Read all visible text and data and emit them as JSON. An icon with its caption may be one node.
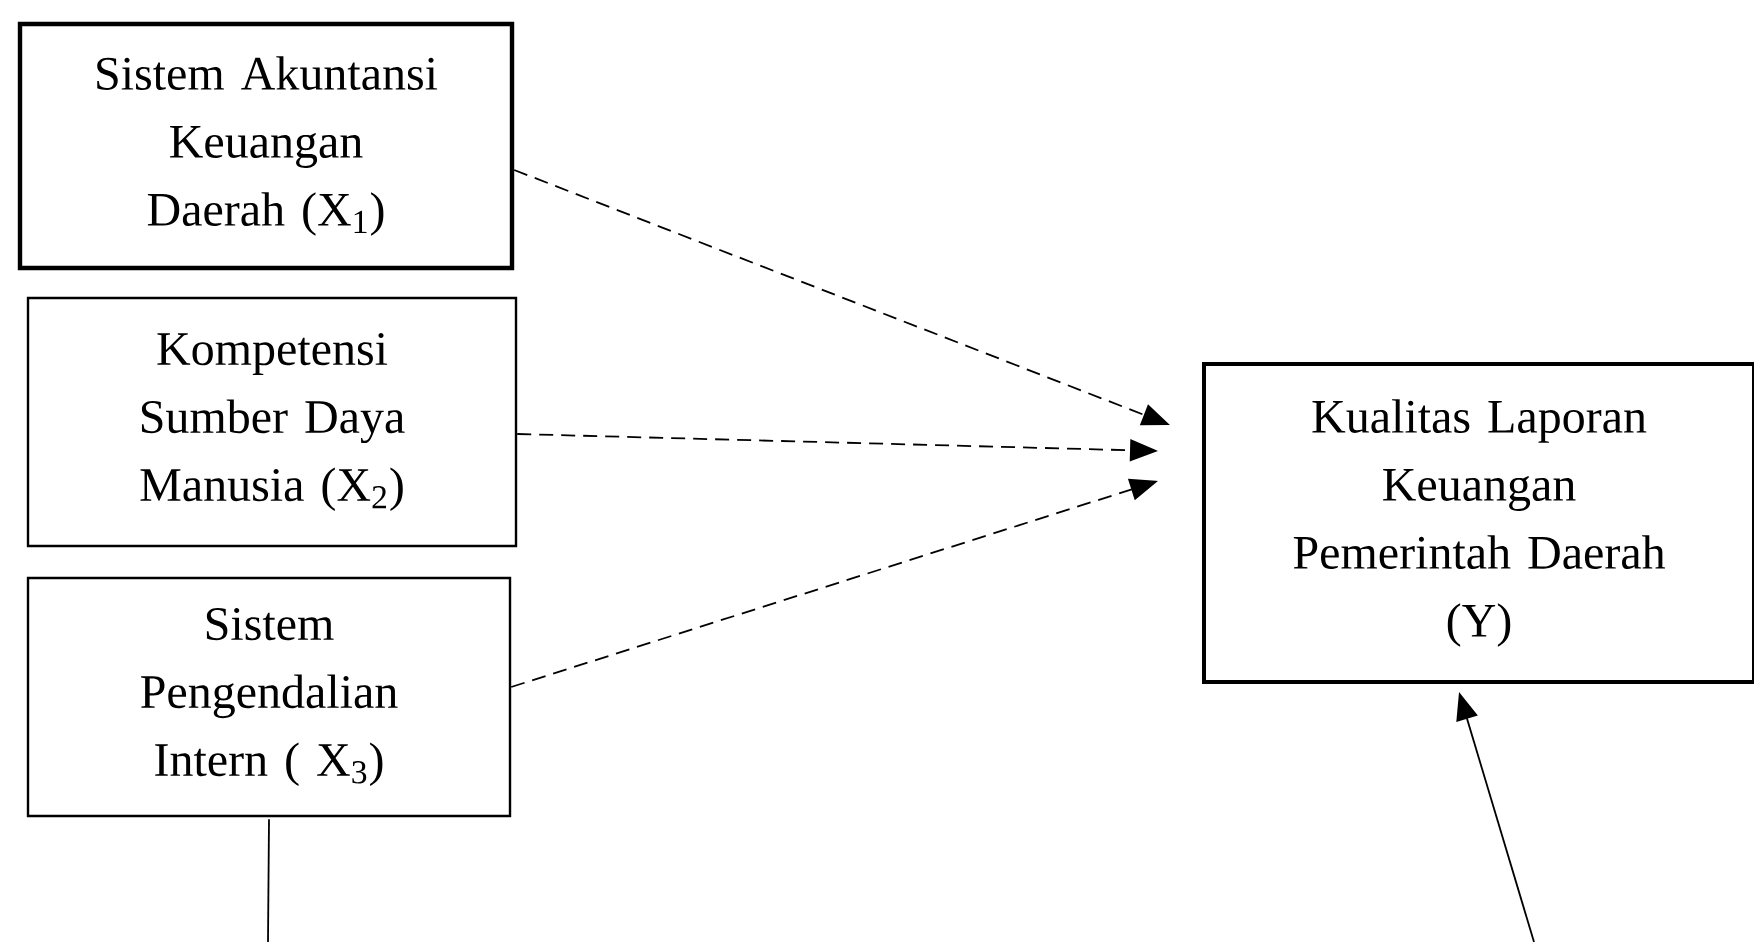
{
  "diagram": {
    "nodes": [
      {
        "text": [
          "Sistem Akuntansi Keuangan Daerah (X$_{1}$)"
        ]
      },
      {
        "text": [
          "Kompetensi Sumber Daya Manusia (X$_{2}$)"
        ]
      },
      {
        "text": [
          "Sistem Pengendalian Intern ( X$_{3}$)"
        ]
      },
      {
        "text": [
          "Kualitas Laporan Keuangan Pemerintah Daerah",
          "(Y)"
        ]
      }
    ],
    "edges": [
      {
        "from": 0,
        "to": 3,
        "arrow": "to",
        "style": "dashed"
      },
      {
        "from": 1,
        "to": 3,
        "arrow": "to",
        "style": "dashed"
      },
      {
        "from": 2,
        "to": 3,
        "arrow": "to",
        "style": "dashed"
      },
      {
        "from": 2,
        "to": null,
        "arrow": "none"
      },
      {
        "from": null,
        "to": 3,
        "arrow": "to"
      }
    ]
  }
}
